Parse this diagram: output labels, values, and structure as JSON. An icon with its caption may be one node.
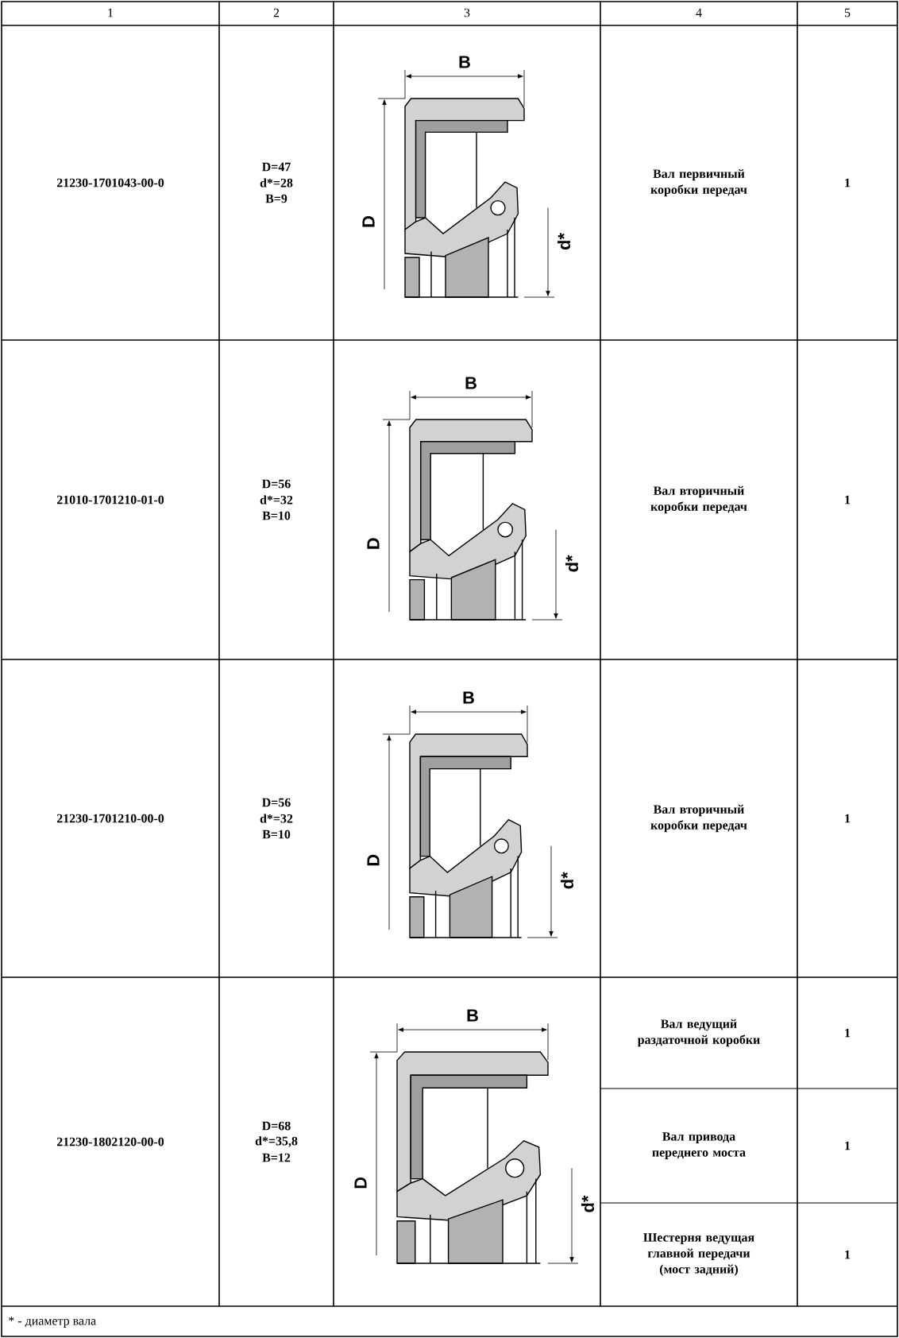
{
  "diagram": {
    "labels": [
      "1",
      "2",
      "3",
      "4",
      "5",
      "21230-1701043-00-0",
      "D=47",
      "d*=28",
      "B=9",
      "B",
      "D",
      "d*",
      "Вал первичный коробки передач",
      "1",
      "21010-1701210-01-0",
      "D=56",
      "d*=32",
      "B=10",
      "B",
      "D",
      "d*",
      "Вал вторичный коробки передач",
      "1",
      "21230-1701210-00-0",
      "D=56",
      "d*=32",
      "B=10",
      "B",
      "D",
      "d*",
      "Вал вторичный коробки передач",
      "1",
      "21230-1802120-00-0",
      "D=68",
      "d*=35,8",
      "B=12",
      "B",
      "D",
      "d*",
      "Вал ведущий раздаточной коробки",
      "1",
      "Вал привода переднего моста",
      "1",
      "Шестерня ведущая главной передачи (мост задний)",
      "1",
      "* - диаметр вала"
    ]
  }
}
